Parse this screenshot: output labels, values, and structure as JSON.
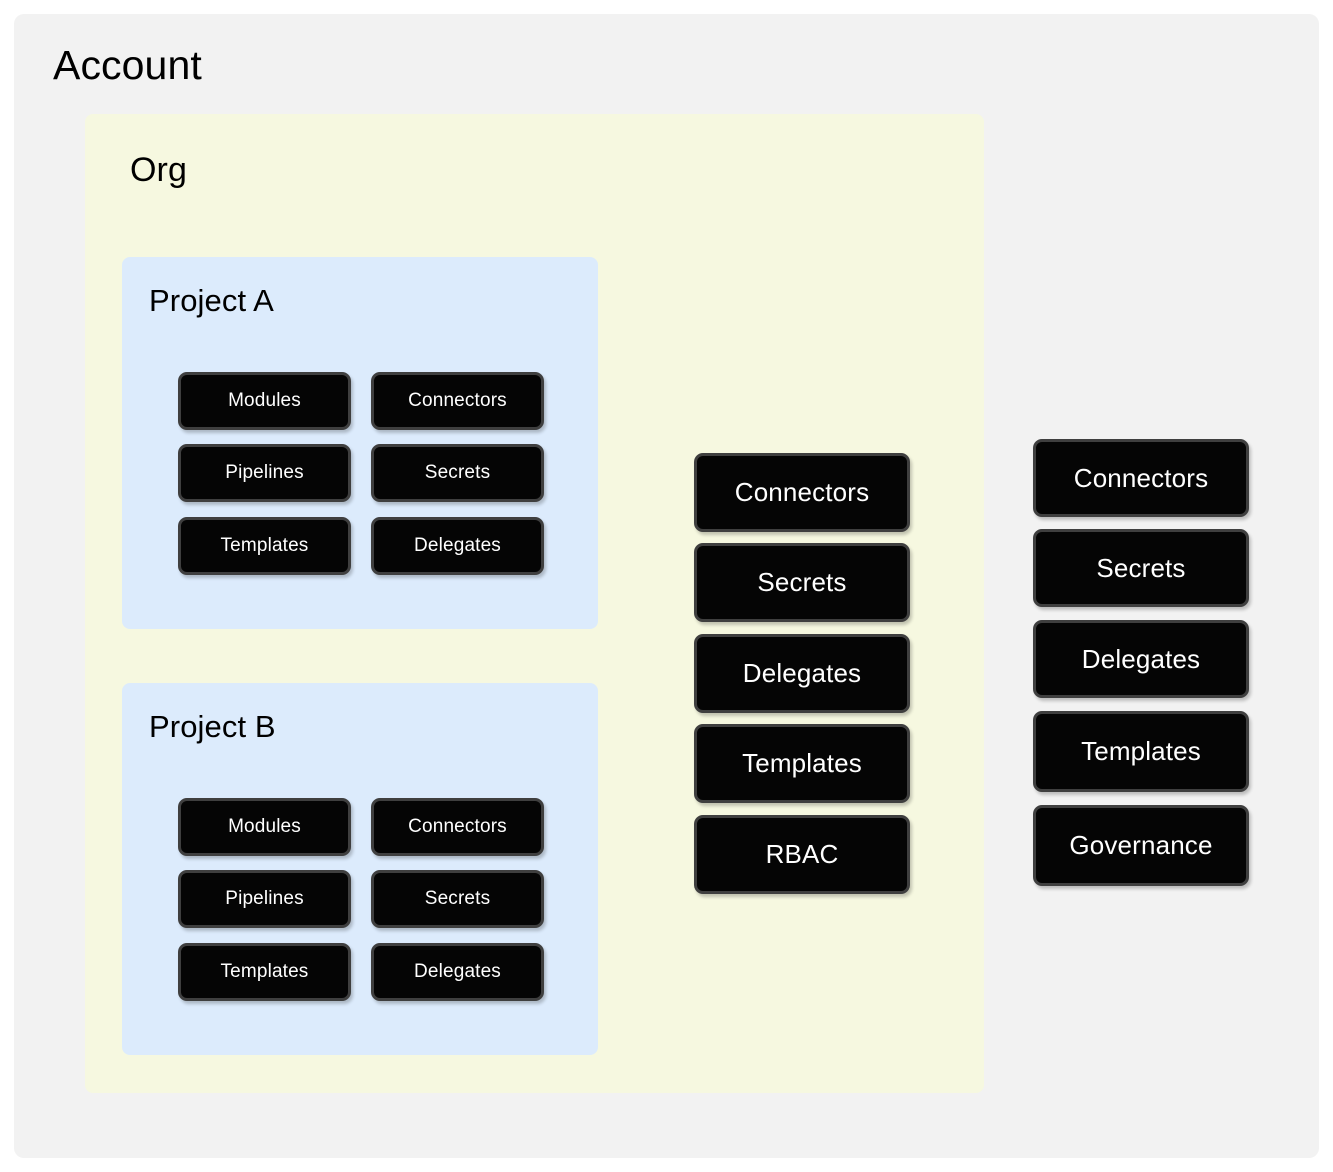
{
  "diagram": {
    "title": "Account",
    "background_color": "#f2f2f2",
    "scopes": {
      "account": {
        "label": "Account",
        "background_color": "#f2f2f2",
        "resources": [
          {
            "label": "Connectors"
          },
          {
            "label": "Secrets"
          },
          {
            "label": "Delegates"
          },
          {
            "label": "Templates"
          },
          {
            "label": "Governance"
          }
        ]
      },
      "org": {
        "label": "Org",
        "background_color": "#f6f8e0",
        "resources": [
          {
            "label": "Connectors"
          },
          {
            "label": "Secrets"
          },
          {
            "label": "Delegates"
          },
          {
            "label": "Templates"
          },
          {
            "label": "RBAC"
          }
        ]
      },
      "projects": [
        {
          "label": "Project A",
          "background_color": "#dcebfc",
          "resources_left": [
            {
              "label": "Modules"
            },
            {
              "label": "Pipelines"
            },
            {
              "label": "Templates"
            }
          ],
          "resources_right": [
            {
              "label": "Connectors"
            },
            {
              "label": "Secrets"
            },
            {
              "label": "Delegates"
            }
          ]
        },
        {
          "label": "Project B",
          "background_color": "#dcebfc",
          "resources_left": [
            {
              "label": "Modules"
            },
            {
              "label": "Pipelines"
            },
            {
              "label": "Templates"
            }
          ],
          "resources_right": [
            {
              "label": "Connectors"
            },
            {
              "label": "Secrets"
            },
            {
              "label": "Delegates"
            }
          ]
        }
      ]
    },
    "card_style": {
      "fill_color": "#050505",
      "border_color": "#3f3f3f",
      "text_color": "#ffffff"
    }
  }
}
